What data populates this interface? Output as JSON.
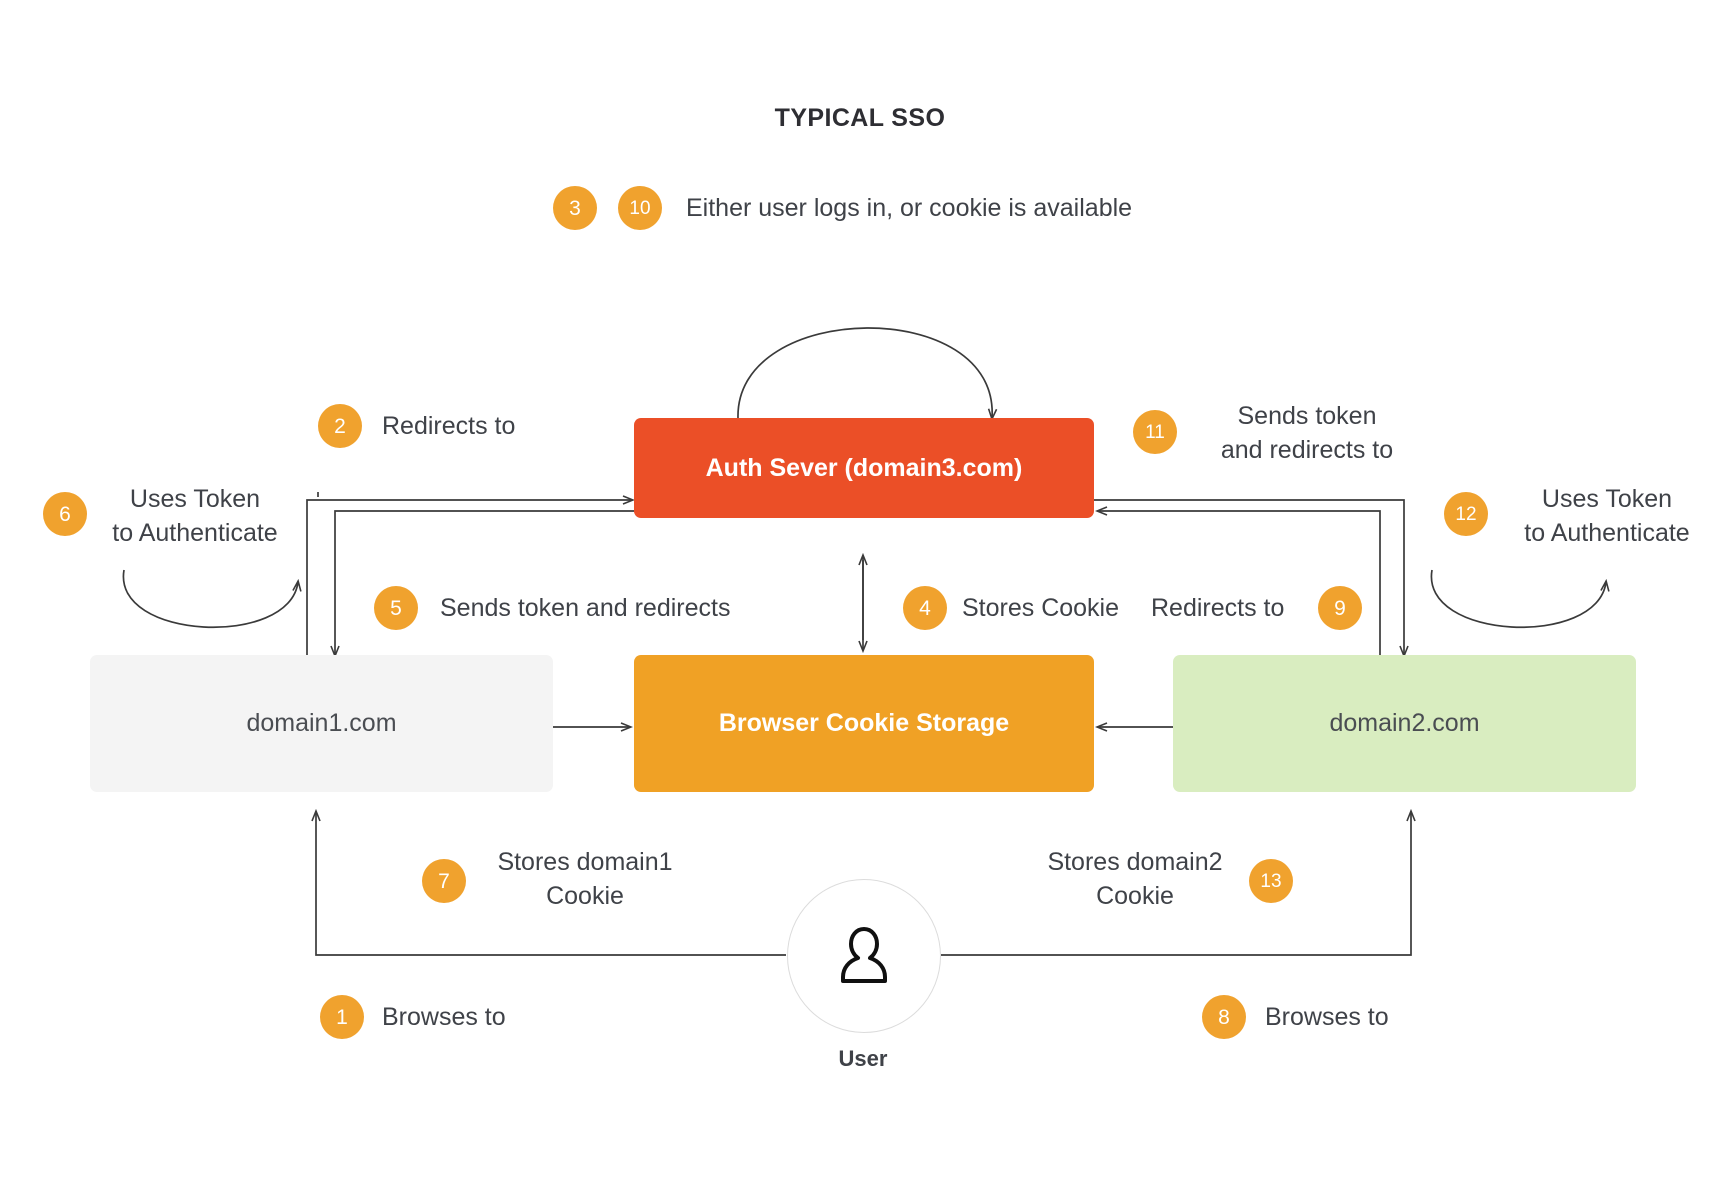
{
  "diagram": {
    "title": "TYPICAL SSO",
    "type": "sequence-flow",
    "accent_color": "#F0A22E",
    "background": "#FFFFFF"
  },
  "nodes": {
    "auth_server": {
      "label": "Auth Sever (domain3.com)",
      "color": "#EB4F27",
      "text_color": "#FFFFFF"
    },
    "domain1": {
      "label": "domain1.com",
      "color": "#F4F4F4",
      "text_color": "#4A4D52"
    },
    "cookie": {
      "label": "Browser Cookie Storage",
      "color": "#F0A125",
      "text_color": "#FFFFFF"
    },
    "domain2": {
      "label": "domain2.com",
      "color": "#D9EDC0",
      "text_color": "#4A4D52"
    },
    "user": {
      "label": "User",
      "icon": "user-icon"
    }
  },
  "steps": [
    {
      "n": "1",
      "label": "Browses to"
    },
    {
      "n": "2",
      "label": "Redirects to"
    },
    {
      "n": "3",
      "label": "Either user logs in, or cookie is available"
    },
    {
      "n": "4",
      "label": "Stores Cookie"
    },
    {
      "n": "5",
      "label": "Sends token and redirects"
    },
    {
      "n": "6",
      "label": "Uses Token\nto Authenticate"
    },
    {
      "n": "7",
      "label": "Stores domain1\nCookie"
    },
    {
      "n": "8",
      "label": "Browses to"
    },
    {
      "n": "9",
      "label": "Redirects to"
    },
    {
      "n": "10",
      "label": "Either user logs in, or cookie is available"
    },
    {
      "n": "11",
      "label": "Sends token\nand redirects to"
    },
    {
      "n": "12",
      "label": "Uses Token\nto Authenticate"
    },
    {
      "n": "13",
      "label": "Stores domain2\nCookie"
    }
  ],
  "legend": {
    "badge_a": "3",
    "badge_b": "10",
    "text": "Either user logs in, or cookie is available"
  }
}
